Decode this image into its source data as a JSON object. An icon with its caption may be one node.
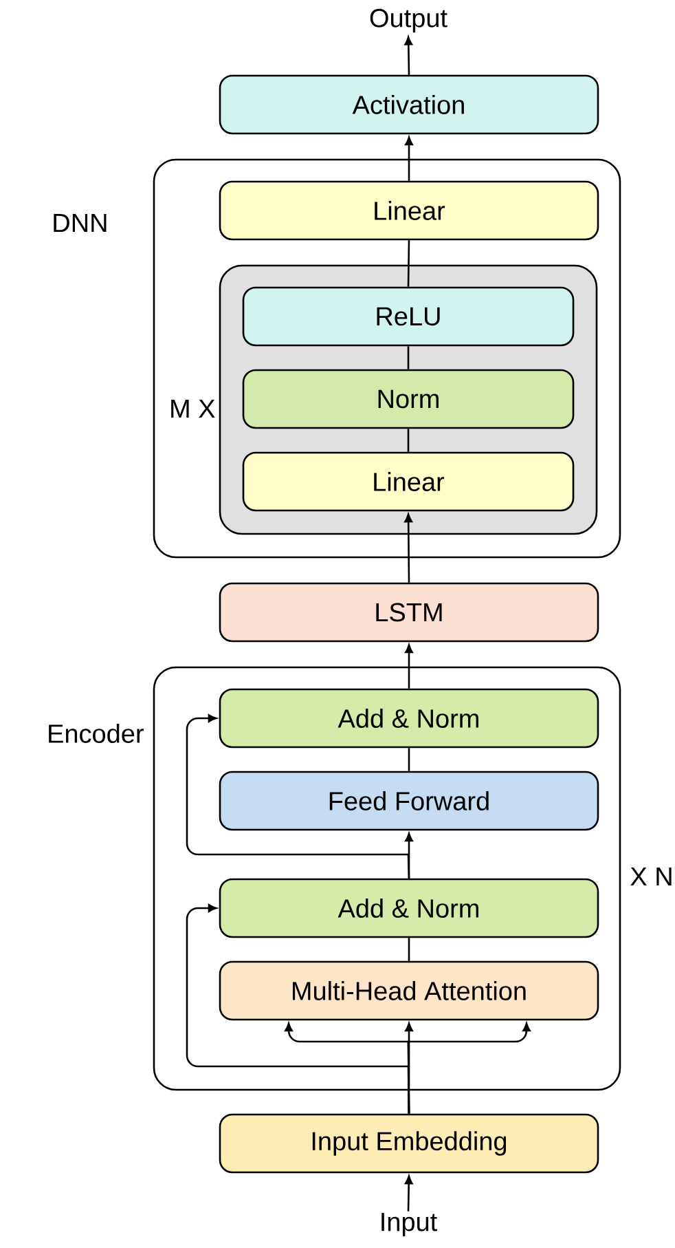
{
  "diagram": {
    "nodes": [
      {
        "text": [
          "Output"
        ]
      },
      {
        "text": [
          "Activation"
        ]
      },
      {
        "text": [
          "DNN"
        ]
      },
      {
        "text": [
          "Linear"
        ],
        "in": 2
      },
      {
        "text": [
          "M X"
        ],
        "in": 2
      },
      {
        "text": [
          "ReLU"
        ],
        "in": 4
      },
      {
        "text": [
          "Norm"
        ],
        "in": 4
      },
      {
        "text": [
          "Linear"
        ],
        "in": 4
      },
      {
        "text": [
          "LSTM"
        ]
      },
      {
        "text": [
          "Encoder"
        ],
        "beside": [
          "X N"
        ]
      },
      {
        "text": [
          "Add & Norm"
        ],
        "in": 9
      },
      {
        "text": [
          "Feed Forward"
        ],
        "in": 9
      },
      {
        "text": [
          "Add & Norm"
        ],
        "in": 9
      },
      {
        "text": [
          "Multi-Head Attention"
        ],
        "in": 9
      },
      {
        "text": [
          "Input Embedding"
        ]
      },
      {
        "text": [
          "Input"
        ]
      }
    ],
    "edges": [
      {
        "from": 1,
        "to": 0,
        "arrow": "to"
      },
      {
        "from": 3,
        "to": 1,
        "arrow": "to"
      },
      {
        "from": 5,
        "to": 3,
        "arrow": "none"
      },
      {
        "from": 6,
        "to": 5,
        "arrow": "none"
      },
      {
        "from": 7,
        "to": 6,
        "arrow": "none"
      },
      {
        "from": 8,
        "to": 7,
        "arrow": "to"
      },
      {
        "from": 10,
        "to": 8,
        "arrow": "to"
      },
      {
        "from": 11,
        "to": 10,
        "arrow": "none"
      },
      {
        "from": 12,
        "to": 11,
        "arrow": "to"
      },
      {
        "from": 13,
        "to": 12,
        "arrow": "none"
      },
      {
        "from": 14,
        "to": 13,
        "arrow": "to"
      },
      {
        "from": 14,
        "to": 13,
        "arrow": "to"
      },
      {
        "from": 14,
        "to": 13,
        "arrow": "to"
      },
      {
        "from": 14,
        "to": 12,
        "arrow": "to"
      },
      {
        "from": 12,
        "to": 10,
        "arrow": "to"
      },
      {
        "from": 15,
        "to": 14,
        "arrow": "to"
      }
    ]
  }
}
